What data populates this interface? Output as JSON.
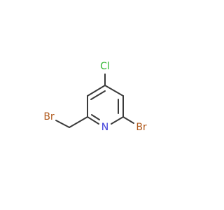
{
  "molecule": {
    "atoms": {
      "chlorine": {
        "label": "Cl",
        "color": "#2fb52f"
      },
      "nitrogen": {
        "label": "N",
        "color": "#3f3fdb"
      },
      "bromine_ring": {
        "label": "Br",
        "color": "#b05a1d"
      },
      "bromine_methyl": {
        "label": "Br",
        "color": "#b05a1d"
      }
    },
    "bond_color": "#3a3a3a"
  }
}
